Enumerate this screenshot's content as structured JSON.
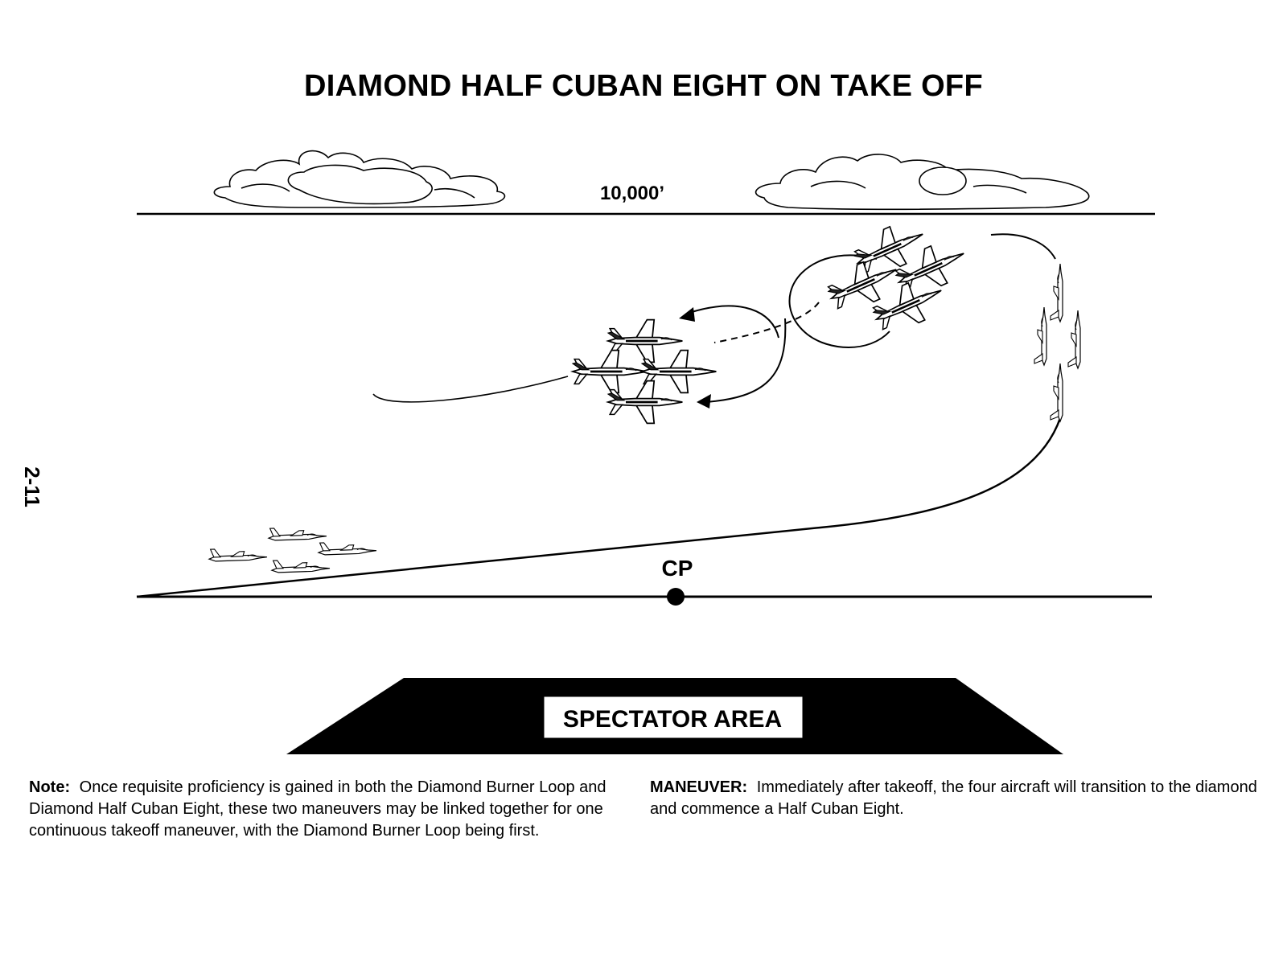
{
  "title": "DIAMOND HALF CUBAN EIGHT ON TAKE OFF",
  "altitude_label": "10,000’",
  "cp_label": "CP",
  "spectator_label": "SPECTATOR AREA",
  "page_number": "2-11",
  "note": {
    "label": "Note:",
    "text": "Once requisite proficiency is gained in both the Diamond Burner Loop and Diamond Half Cuban Eight, these two maneuvers may be linked together for one continuous takeoff maneuver, with the Diamond Burner Loop being first."
  },
  "maneuver": {
    "label": "MANEUVER:",
    "text": "Immediately after takeoff, the four aircraft will transition to the diamond and commence a Half Cuban Eight."
  }
}
